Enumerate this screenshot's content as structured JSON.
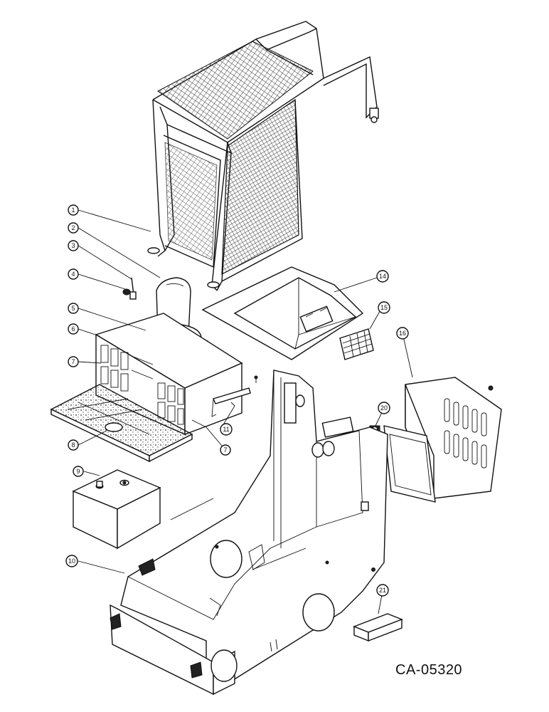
{
  "drawing_number": "CA-05320",
  "callouts": {
    "c1": "1",
    "c2": "2",
    "c3": "3",
    "c4": "4",
    "c5": "5",
    "c6": "6",
    "c7a": "7",
    "c7b": "7",
    "c8": "8",
    "c9": "9",
    "c10": "10",
    "c11": "11",
    "c14": "14",
    "c15": "15",
    "c16": "16",
    "c20": "20",
    "c21": "21"
  },
  "icons": [
    "rops-canopy-icon",
    "seat-icon",
    "fuel-tank-icon",
    "main-frame-icon",
    "floor-plate-icon",
    "rear-door-icon"
  ]
}
